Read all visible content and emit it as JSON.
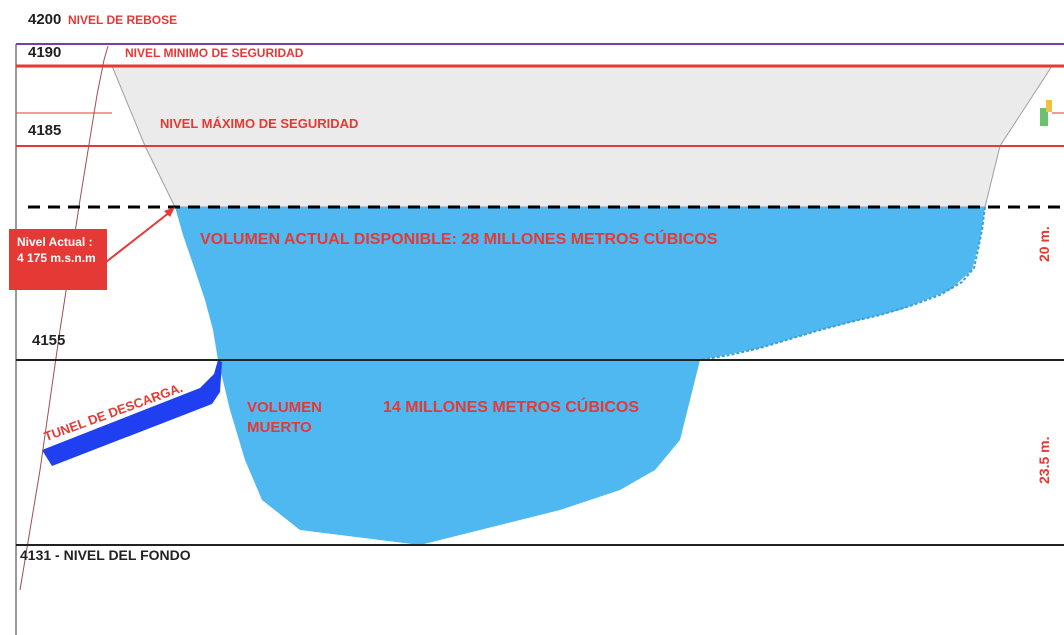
{
  "levels": {
    "rebose_value": "4200",
    "rebose_label": "NIVEL DE REBOSE",
    "minimo_value": "4190",
    "minimo_label": "NIVEL MINIMO DE SEGURIDAD",
    "maximo_value": "4185",
    "maximo_label": "NIVEL MÁXIMO DE SEGURIDAD",
    "mid_value": "4155",
    "fondo_label": "4131 -  NIVEL DEL FONDO"
  },
  "callout": {
    "line1": "Nivel Actual :",
    "line2": "4 175 m.s.n.m"
  },
  "volumes": {
    "actual": "VOLUMEN ACTUAL DISPONIBLE: 28 MILLONES METROS CÚBICOS",
    "muerto_line1": "VOLUMEN",
    "muerto_line2": "MUERTO",
    "muerto_amount": "14 MILLONES METROS CÚBICOS"
  },
  "tunnel_label": "TUNEL DE DESCARGA.",
  "depths": {
    "upper": "20 m.",
    "lower": "23.5 m."
  },
  "colors": {
    "water": "#4fb8f0",
    "water_dark": "#3a9fd8",
    "empty": "#ebebeb",
    "red": "#e53935",
    "purple": "#7b3fa0",
    "tunnel": "#1f3ff0",
    "line": "#222222"
  }
}
